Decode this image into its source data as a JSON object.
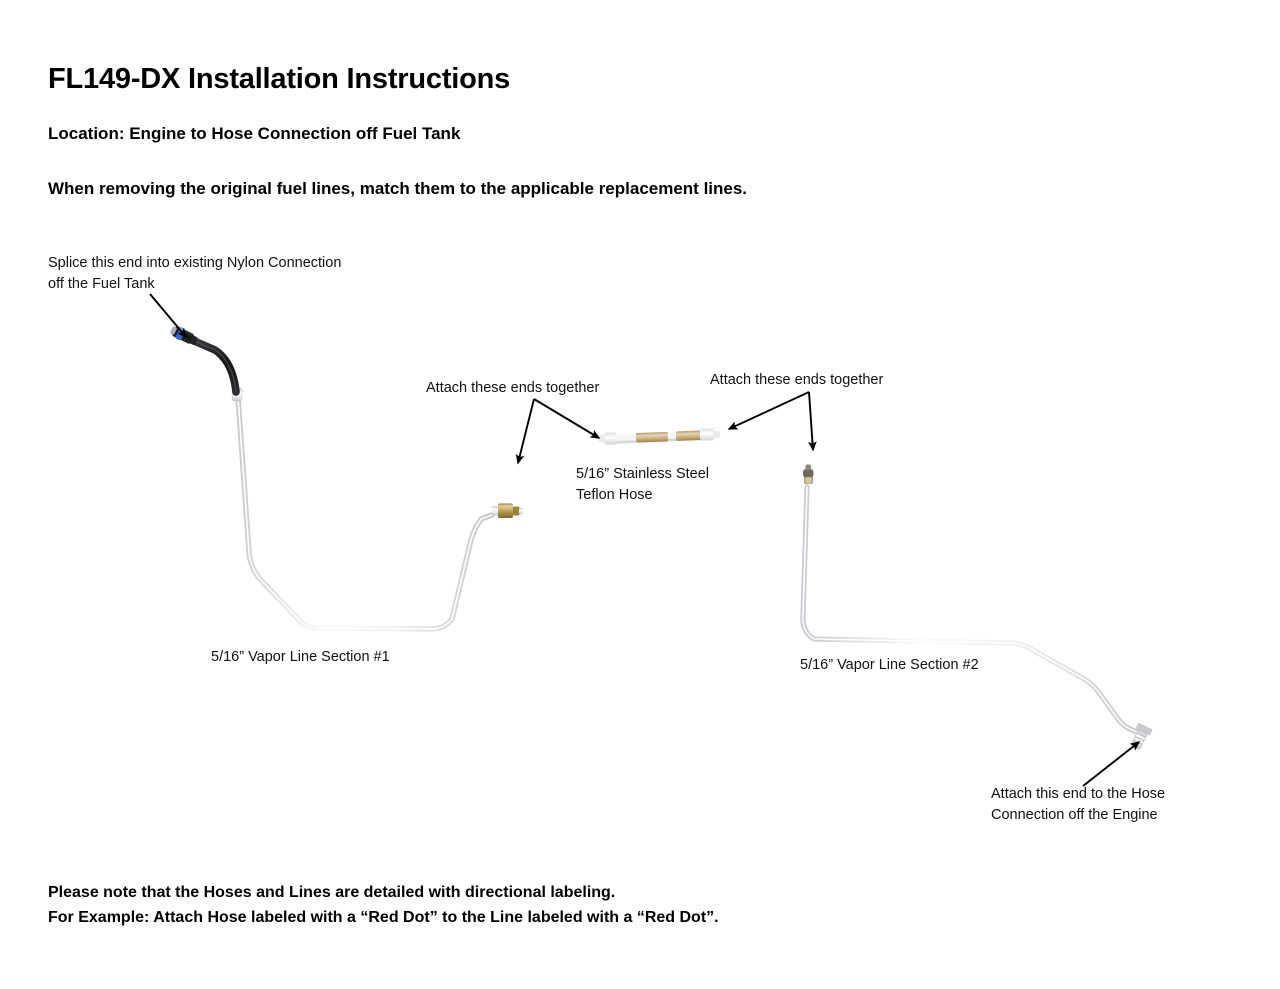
{
  "document": {
    "title": "FL149-DX Installation Instructions",
    "subtitle": "Location: Engine to Hose Connection off Fuel Tank",
    "instruction": "When removing the original fuel lines, match them to the applicable replacement lines."
  },
  "callouts": {
    "splice": {
      "line1": "Splice this end into existing Nylon Connection",
      "line2": "off the Fuel Tank"
    },
    "attach_left": {
      "line1": "Attach these ends together"
    },
    "attach_right": {
      "line1": "Attach these ends together"
    },
    "teflon_hose": {
      "line1": "5/16” Stainless Steel",
      "line2": "Teflon Hose"
    },
    "vapor_line_1": {
      "line1": "5/16” Vapor Line Section #1"
    },
    "vapor_line_2": {
      "line1": "5/16” Vapor Line Section #2"
    },
    "engine_end": {
      "line1": "Attach this end to the Hose",
      "line2": "Connection off the Engine"
    }
  },
  "footer": {
    "line1": "Please note that the Hoses and Lines are detailed with directional labeling.",
    "line2": "For Example: Attach Hose labeled with a “Red Dot” to the Line labeled with a “Red Dot”."
  },
  "colors": {
    "page_background": "#ffffff",
    "text": "#000000",
    "arrow": "#000000",
    "steel_line": "#d9dade",
    "steel_line_highlight": "#f2f3f5",
    "rubber_hose": "#1c1c1e",
    "nylon_clip_blue": "#3566c9",
    "brass_fitting": "#b79a55",
    "teflon_band": "#c6ab7d"
  },
  "parts": [
    {
      "name": "Nylon connector end",
      "label": "Splice this end into existing Nylon Connection off the Fuel Tank",
      "colors": [
        "#3566c9",
        "#1c1c1e"
      ]
    },
    {
      "name": "5/16” Vapor Line Section #1",
      "label": "5/16” Vapor Line Section #1",
      "colors": [
        "#d9dade",
        "#b79a55"
      ]
    },
    {
      "name": "5/16” Stainless Steel Teflon Hose",
      "label": "5/16” Stainless Steel Teflon Hose",
      "colors": [
        "#ffffff",
        "#c6ab7d"
      ]
    },
    {
      "name": "5/16” Vapor Line Section #2",
      "label": "5/16” Vapor Line Section #2",
      "colors": [
        "#d9dade",
        "#b79a55"
      ]
    }
  ]
}
